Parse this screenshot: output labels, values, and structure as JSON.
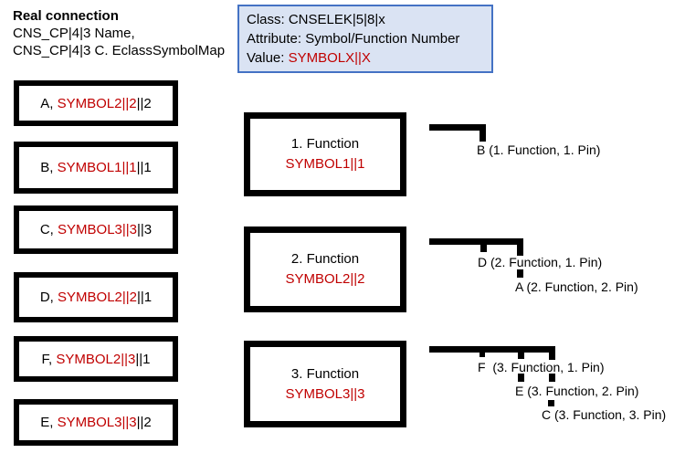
{
  "colors": {
    "red_accent": "#c00000",
    "info_box_fill": "#dae3f3",
    "info_box_border": "#4472c4",
    "shape_black": "#000000"
  },
  "header": {
    "title": "Real connection",
    "line1": "CNS_CP|4|3 Name,",
    "line2": "CNS_CP|4|3 C. EclassSymbolMap"
  },
  "info_box": {
    "class_line": "Class: CNSELEK|5|8|x",
    "attribute_line": "Attribute: Symbol/Function Number",
    "value_prefix": "Value: ",
    "value_red": "SYMBOLX||X"
  },
  "connections": [
    {
      "prefix": "A, ",
      "symbol": "SYMBOL2||2",
      "suffix": "||2"
    },
    {
      "prefix": "B, ",
      "symbol": "SYMBOL1||1",
      "suffix": "||1"
    },
    {
      "prefix": "C, ",
      "symbol": "SYMBOL3||3",
      "suffix": "||3"
    },
    {
      "prefix": "D, ",
      "symbol": "SYMBOL2||2",
      "suffix": "||1"
    },
    {
      "prefix": "F, ",
      "symbol": "SYMBOL2||3",
      "suffix": "||1"
    },
    {
      "prefix": "E, ",
      "symbol": "SYMBOL3||3",
      "suffix": "||2"
    }
  ],
  "functions": [
    {
      "title": "1. Function",
      "symbol": "SYMBOL1||1"
    },
    {
      "title": "2. Function",
      "symbol": "SYMBOL2||2"
    },
    {
      "title": "3. Function",
      "symbol": "SYMBOL3||3"
    }
  ],
  "pins": {
    "function1": [
      "B (1. Function, 1. Pin)"
    ],
    "function2": [
      "D (2. Function, 1. Pin)",
      "A (2. Function, 2. Pin)"
    ],
    "function3": [
      "F  (3. Function, 1. Pin)",
      "E (3. Function, 2. Pin)",
      "C (3. Function, 3. Pin)"
    ]
  }
}
